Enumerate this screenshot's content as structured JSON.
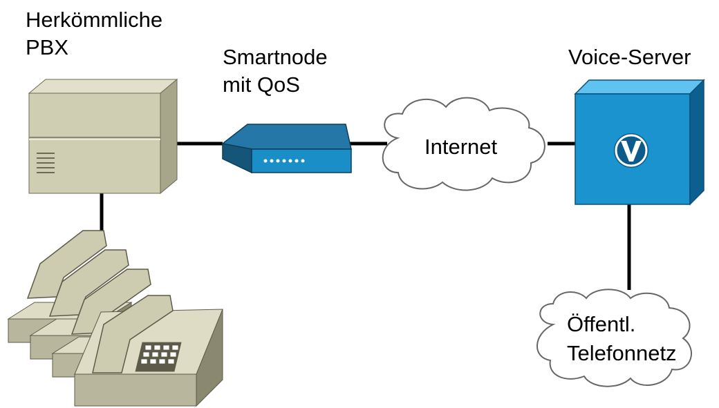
{
  "labels": {
    "pbx": [
      "Herkömmliche",
      "PBX"
    ],
    "smartnode": [
      "Smartnode",
      "mit QoS"
    ],
    "voice_server": "Voice-Server",
    "internet": "Internet",
    "pstn": [
      "Öffentl.",
      "Telefonnetz"
    ]
  },
  "icons": {
    "pbx": "pbx-chassis-icon",
    "smartnode": "router-icon",
    "internet": "cloud-icon",
    "voice_server": "voice-server-icon",
    "voice_badge": "v-logo-icon",
    "pstn": "cloud-icon",
    "phones": "telephone-icon"
  },
  "colors": {
    "pbx_front": "#cfcdb2",
    "pbx_side": "#a7a58a",
    "router_blue": "#1f6f9e",
    "server_blue": "#1a93cf",
    "server_side": "#0d5f8f",
    "link": "#000000",
    "cloud_fill": "#ffffff",
    "cloud_stroke": "#666666",
    "phone_body": "#cdcbb0",
    "phone_shadow": "#8a8870"
  }
}
